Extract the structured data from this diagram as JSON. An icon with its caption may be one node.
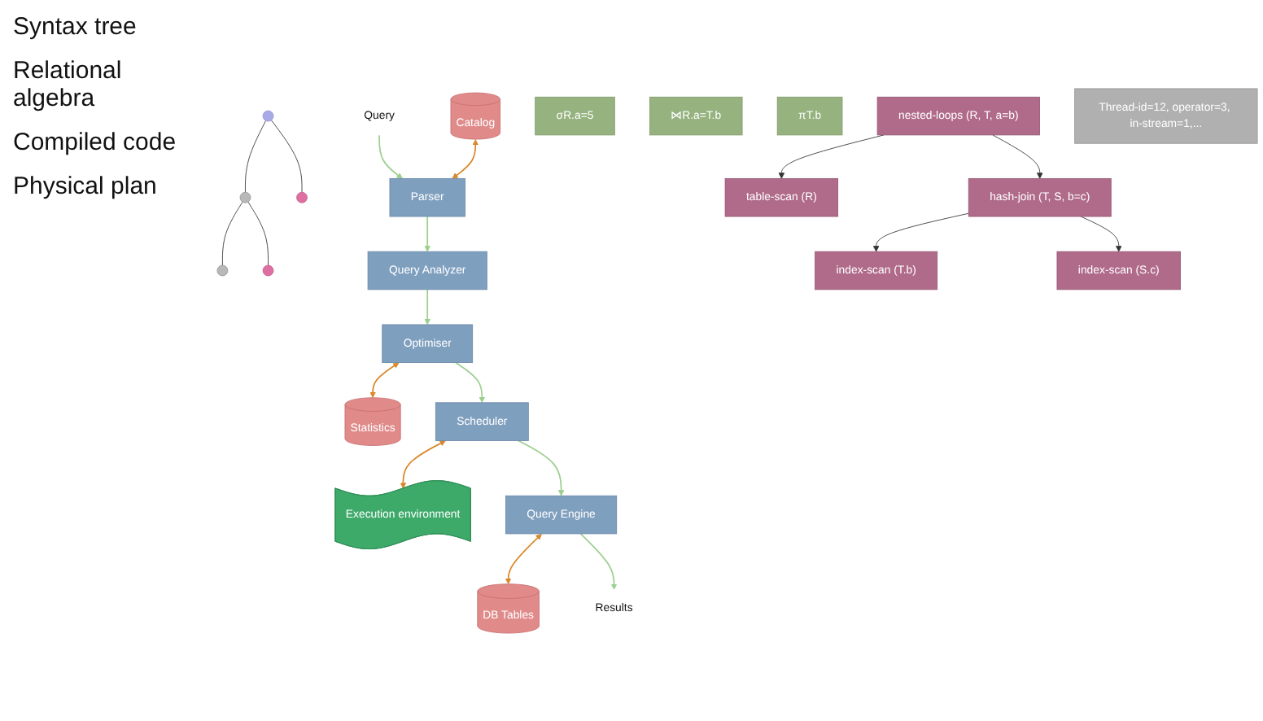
{
  "diagram": {
    "nodes": [
      {
        "text": [
          "Query"
        ]
      },
      {
        "text": [
          "Catalog"
        ]
      },
      {
        "text": [
          "Parser"
        ]
      },
      {
        "text": [],
        "shape": "circle"
      },
      {
        "text": [],
        "shape": "circle"
      },
      {
        "text": [],
        "shape": "circle"
      },
      {
        "text": [],
        "shape": "circle"
      },
      {
        "text": [],
        "shape": "circle"
      },
      {
        "text": [
          "Query Analyzer"
        ]
      },
      {
        "text": [
          "σR.a=5"
        ]
      },
      {
        "text": [
          "⋈R.a=T.b"
        ]
      },
      {
        "text": [
          "πT.b"
        ]
      },
      {
        "text": [
          "Statistics"
        ]
      },
      {
        "text": [
          "Optimiser"
        ]
      },
      {
        "text": [
          "nested-loops (R, T, a=b)"
        ]
      },
      {
        "text": [
          "table-scan (R)"
        ]
      },
      {
        "text": [
          "hash-join (T, S, b=c)"
        ]
      },
      {
        "text": [
          "index-scan (T.b)"
        ]
      },
      {
        "text": [
          "index-scan (S.c)"
        ]
      },
      {
        "text": [
          "Scheduler"
        ]
      },
      {
        "text": [
          "Execution environment"
        ]
      },
      {
        "text": [
          "Thread-id=12, operator=3, in-stream=1,..."
        ]
      },
      {
        "text": [
          "Query Engine"
        ]
      },
      {
        "text": [
          "DB Tables"
        ]
      },
      {
        "text": [
          "Results"
        ]
      }
    ],
    "edges": [
      {
        "from": 0,
        "to": 2,
        "arrow": "to",
        "color": "#9ccf8f"
      },
      {
        "from": 1,
        "to": 2,
        "arrow": "both",
        "color": "#d9892b"
      },
      {
        "from": 3,
        "to": 4,
        "arrow": "none"
      },
      {
        "from": 3,
        "to": 5,
        "arrow": "none"
      },
      {
        "from": 5,
        "to": 6,
        "arrow": "none"
      },
      {
        "from": 5,
        "to": 7,
        "arrow": "none"
      },
      {
        "from": 2,
        "to": 8,
        "arrow": "to",
        "color": "#9ccf8f"
      },
      {
        "from": 8,
        "to": 13,
        "arrow": "to",
        "color": "#9ccf8f"
      },
      {
        "from": 13,
        "to": 12,
        "arrow": "both",
        "color": "#d9892b"
      },
      {
        "from": 13,
        "to": 19,
        "arrow": "to",
        "color": "#9ccf8f"
      },
      {
        "from": 14,
        "to": 15,
        "arrow": "to"
      },
      {
        "from": 14,
        "to": 16,
        "arrow": "to"
      },
      {
        "from": 16,
        "to": 17,
        "arrow": "to"
      },
      {
        "from": 16,
        "to": 18,
        "arrow": "to"
      },
      {
        "from": 19,
        "to": 20,
        "arrow": "both",
        "color": "#d9892b"
      },
      {
        "from": 19,
        "to": 22,
        "arrow": "to",
        "color": "#9ccf8f"
      },
      {
        "from": 22,
        "to": 23,
        "arrow": "both",
        "color": "#d9892b"
      },
      {
        "from": 22,
        "to": 24,
        "arrow": "to",
        "color": "#9ccf8f"
      }
    ],
    "labels": [
      "Syntax tree",
      "Relational algebra",
      "Compiled code",
      "Physical plan"
    ]
  }
}
